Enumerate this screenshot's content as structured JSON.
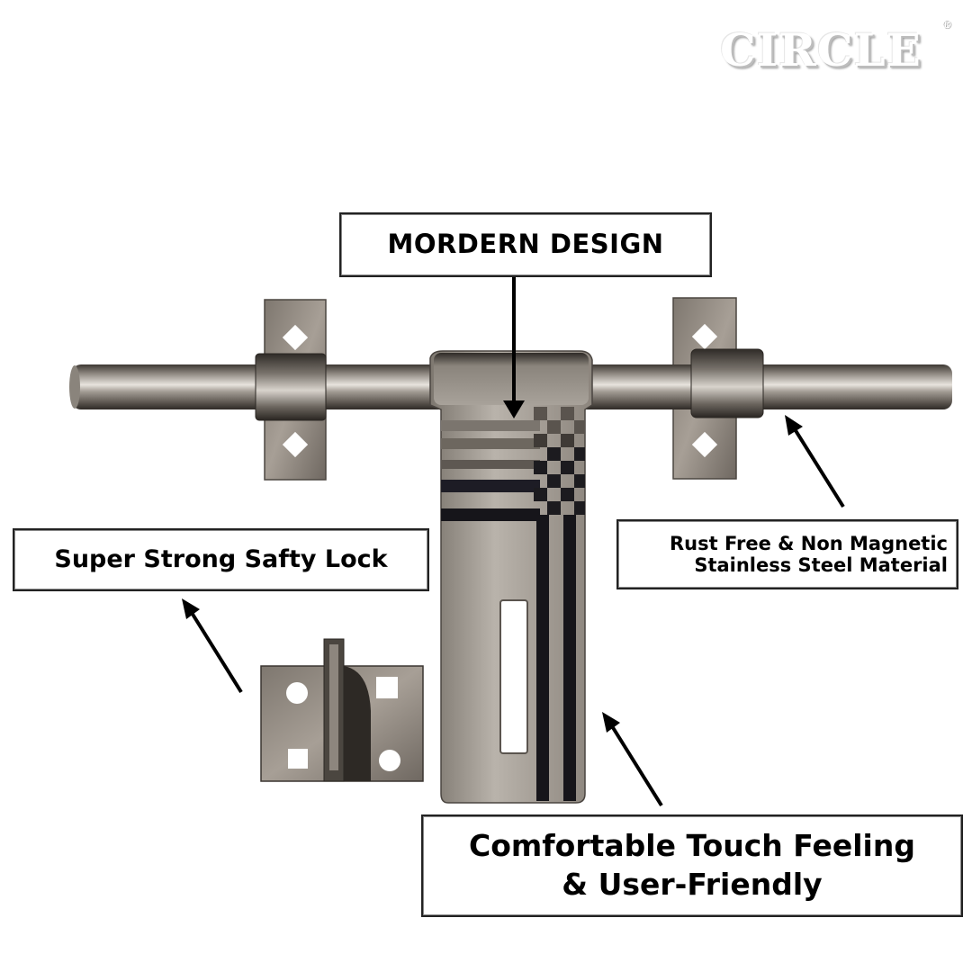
{
  "brand": {
    "logo_text": "CIRCLE",
    "registered_mark": "®"
  },
  "product": {
    "name": "Stainless steel aldrop door latch with padlock hasp",
    "colors": {
      "steel_light": "#cfcac3",
      "steel_mid": "#9a948c",
      "steel_dark": "#4a4540",
      "stripe": "#1b1b1f",
      "background": "#ffffff",
      "text": "#000000"
    }
  },
  "callouts": {
    "modern_design": {
      "text": "MORDERN DESIGN"
    },
    "rust_free": {
      "line1": "Rust Free & Non Magnetic",
      "line2": "Stainless Steel Material"
    },
    "safety_lock": {
      "text": "Super Strong Safty Lock"
    },
    "comfort": {
      "line1": "Comfortable Touch Feeling",
      "line2": "& User-Friendly"
    }
  }
}
